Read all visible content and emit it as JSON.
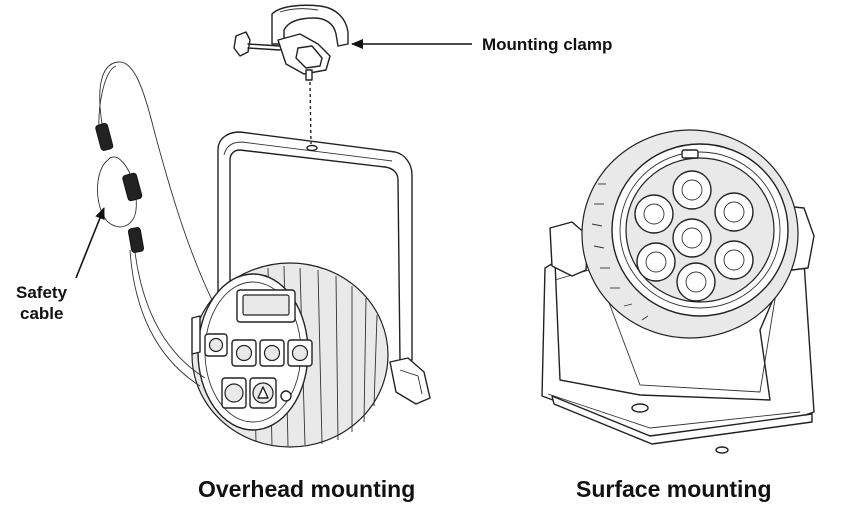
{
  "callouts": {
    "mounting_clamp": "Mounting clamp",
    "safety_cable_line1": "Safety",
    "safety_cable_line2": "cable"
  },
  "captions": {
    "overhead": "Overhead mounting",
    "surface": "Surface mounting"
  },
  "icons": [
    "mounting-clamp-icon",
    "safety-cable-icon",
    "overhead-fixture-icon",
    "surface-fixture-icon"
  ]
}
